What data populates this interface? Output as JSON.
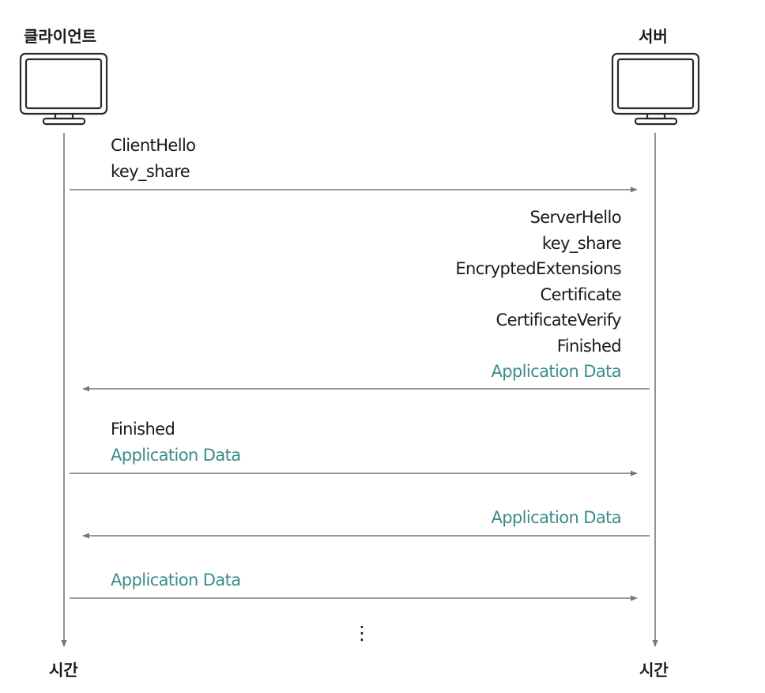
{
  "participants": {
    "client": "클라이언트",
    "server": "서버"
  },
  "time_label": "시간",
  "continuation": "⋮",
  "messages": [
    {
      "direction": "client-to-server",
      "lines": [
        "ClientHello",
        "key_share"
      ]
    },
    {
      "direction": "server-to-client",
      "lines": [
        "ServerHello",
        "key_share",
        "EncryptedExtensions",
        "Certificate",
        "CertificateVerify",
        "Finished",
        "Application Data"
      ]
    },
    {
      "direction": "client-to-server",
      "lines": [
        "Finished",
        "Application Data"
      ]
    },
    {
      "direction": "server-to-client",
      "lines": [
        "Application Data"
      ]
    },
    {
      "direction": "client-to-server",
      "lines": [
        "Application Data"
      ]
    }
  ],
  "colors": {
    "text": "#1a1a1a",
    "application_data": "#3a8c8c",
    "line": "#777777"
  }
}
